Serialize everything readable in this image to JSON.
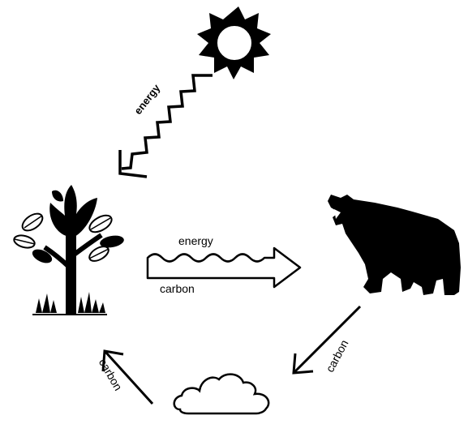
{
  "labels": {
    "sun_energy": "energy",
    "transfer_energy": "energy",
    "transfer_carbon": "carbon",
    "bear_carbon": "carbon",
    "cloud_carbon": "carbon"
  },
  "icons": {
    "sun": "sun-icon",
    "plant": "plant-icon",
    "bear": "bear-icon",
    "cloud": "cloud-icon"
  },
  "colors": {
    "ink": "#000000",
    "background": "#ffffff"
  }
}
